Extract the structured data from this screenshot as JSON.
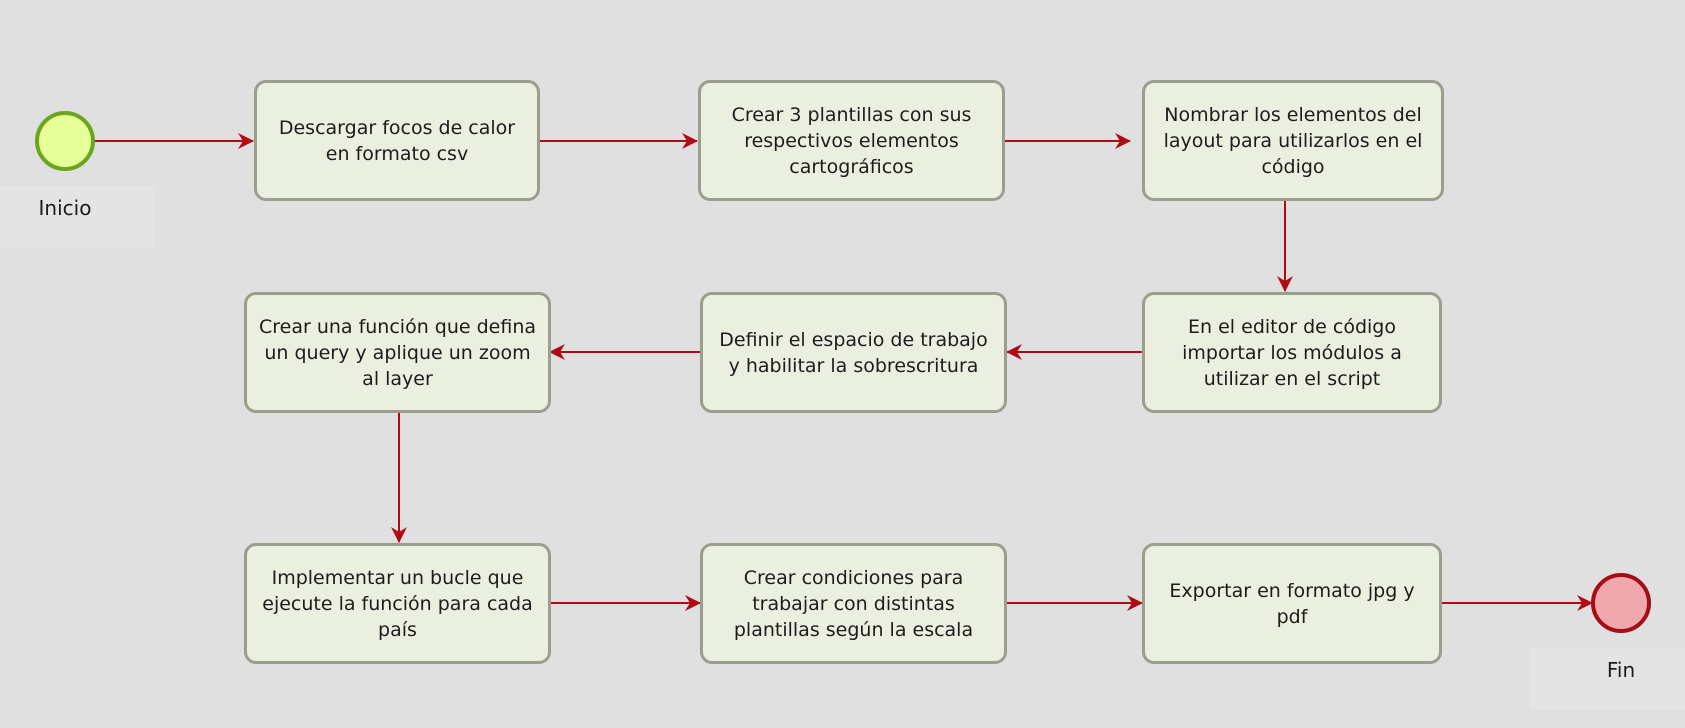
{
  "diagram": {
    "start": {
      "label": "Inicio",
      "fill": "#e6ff99",
      "stroke": "#6aa51e"
    },
    "end": {
      "label": "Fin",
      "fill": "#f0a8ae",
      "stroke": "#a50d16"
    },
    "arrow_color": "#b00a14",
    "steps": [
      {
        "id": "s1",
        "text": "Descargar focos de calor en formato csv"
      },
      {
        "id": "s2",
        "text": "Crear 3 plantillas con sus respectivos elementos cartográficos"
      },
      {
        "id": "s3",
        "text": "Nombrar los elementos del layout para utilizarlos en el código"
      },
      {
        "id": "s4",
        "text": "En el editor de código importar los módulos a utilizar en el script"
      },
      {
        "id": "s5",
        "text": "Definir el espacio de trabajo y habilitar la sobrescritura"
      },
      {
        "id": "s6",
        "text": "Crear una función que defina un query y aplique un zoom al layer"
      },
      {
        "id": "s7",
        "text": "Implementar un bucle que ejecute la función para cada país"
      },
      {
        "id": "s8",
        "text": "Crear condiciones para trabajar con distintas plantillas según la escala"
      },
      {
        "id": "s9",
        "text": "Exportar en formato jpg y pdf"
      }
    ],
    "flow": [
      "start",
      "s1",
      "s2",
      "s3",
      "s4",
      "s5",
      "s6",
      "s7",
      "s8",
      "s9",
      "end"
    ]
  }
}
